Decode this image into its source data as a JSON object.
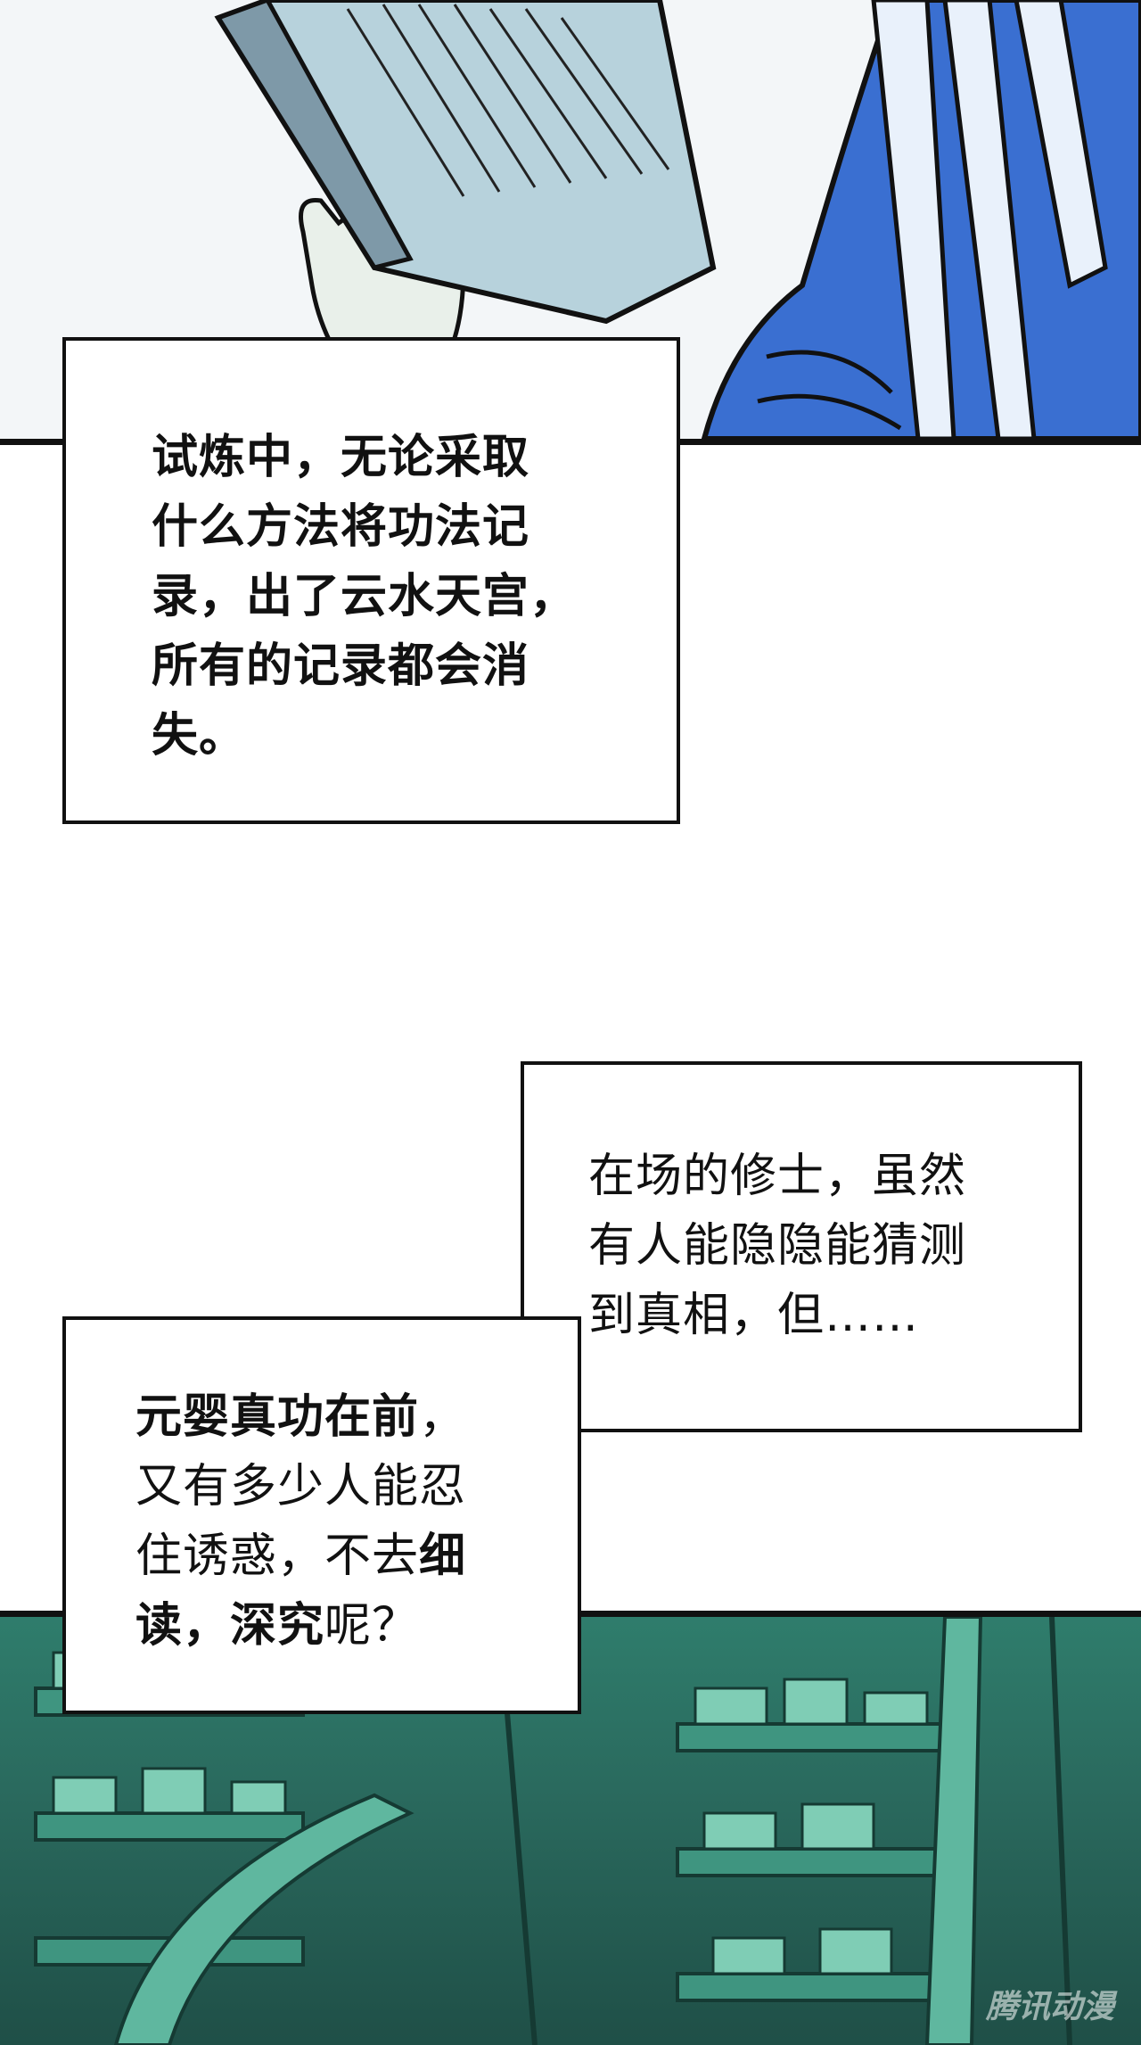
{
  "caption_1": {
    "lines": [
      "试炼中，无论采取",
      "什么方法将功法记",
      "录，出了云水天宫，",
      "所有的记录都会消",
      "失。"
    ]
  },
  "caption_2": {
    "lines": [
      "在场的修士，虽然",
      "有人能隐隐能猜测",
      "到真相，但……"
    ]
  },
  "caption_3": {
    "line1_bold": "元婴真功在前",
    "line1_rest": "，",
    "line2": "又有多少人能忍",
    "line3_plain": "住诱惑，不去",
    "line3_bold": "细",
    "line4_bold_a": "读",
    "line4_sep": "，",
    "line4_bold_b": "深究",
    "line4_rest": "呢？"
  },
  "watermark": "腾讯动漫",
  "colors": {
    "robe": "#3a6fd1",
    "scroll": "#a9c6d4",
    "library": "#2f7d6c"
  }
}
